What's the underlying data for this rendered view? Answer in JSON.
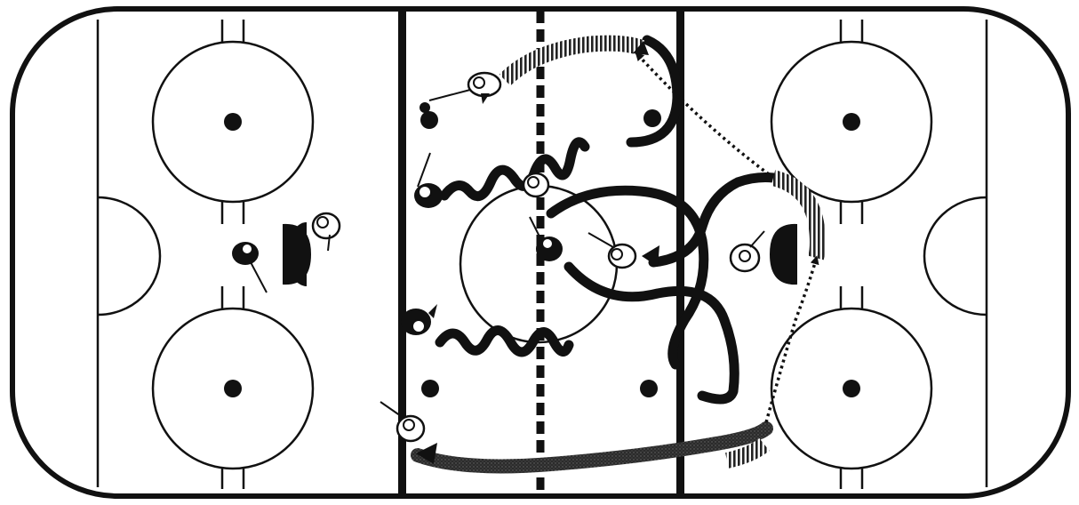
{
  "diagram": {
    "type": "hockey-drill",
    "colors": {
      "ink": "#111111",
      "ice": "#ffffff",
      "skate_path": "#1c1c1c",
      "backward_path": "#3a3a3a",
      "dark_team": "#1a1a1a",
      "light_team": "#ffffff"
    },
    "legend_conventions": {
      "dark_player_icon": "dark-jersey-player-icon",
      "light_player_icon": "light-jersey-player-icon",
      "forward_skate": "solid-path",
      "backward_skate": "hatched-path",
      "pass": "dotted-arrow",
      "goalie": "goalie-icon",
      "puck": "puck-icon"
    }
  }
}
